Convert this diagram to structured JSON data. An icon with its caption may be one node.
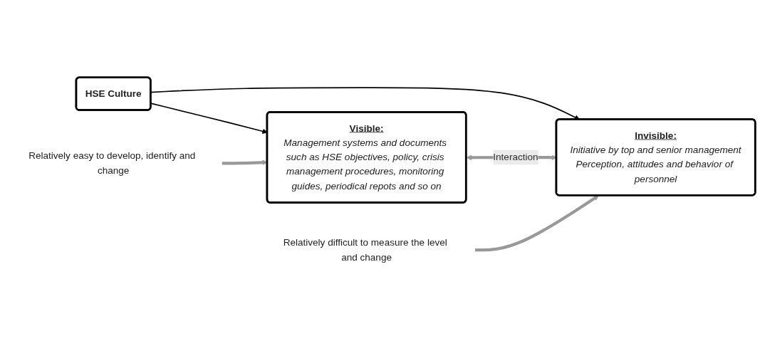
{
  "diagram": {
    "nodes": [
      {
        "text": [
          "HSE Culture"
        ]
      },
      {
        "text": [
          "Visible:",
          "Management systems and documents such as HSE objectives, policy, crisis management procedures, monitoring guides, periodical repots and so on"
        ]
      },
      {
        "text": [
          "Invisible:",
          "Initiative by top and senior management",
          "Perception, attitudes and behavior of personnel"
        ]
      },
      {
        "text": [
          "Relatively easy to develop, identify and change"
        ]
      },
      {
        "text": [
          "Relatively difficult to measure the level and change"
        ]
      }
    ],
    "edges": [
      {
        "from": 0,
        "to": 1,
        "arrow": "to",
        "color": "#000000"
      },
      {
        "from": 0,
        "to": 2,
        "arrow": "to",
        "color": "#000000"
      },
      {
        "from": 1,
        "to": 2,
        "arrow": "both",
        "label": "Interaction"
      },
      {
        "from": 3,
        "to": 1,
        "arrow": "to"
      },
      {
        "from": 4,
        "to": 2,
        "arrow": "to"
      }
    ]
  }
}
